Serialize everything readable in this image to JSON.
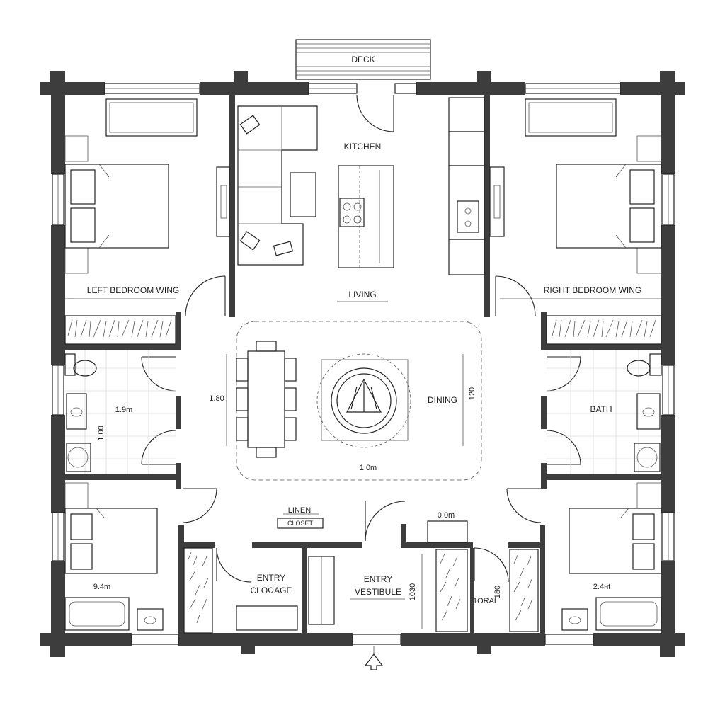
{
  "rooms": {
    "deck": "DECK",
    "kitchen": "KITCHEN",
    "living": "LIVING",
    "dining": "DINING",
    "left_wing": "LEFT BEDROOM WING",
    "right_wing": "RIGHT BEDROOM WING",
    "bath": "BATH",
    "linen_1": "LINEN",
    "linen_2": "CLOSET",
    "entry_storage_1": "ENTRY",
    "entry_storage_2": "CLOΩAGE",
    "vestibule_1": "ENTRY",
    "vestibule_2": "VESTIBULE",
    "storage_tag": "1ORAL"
  },
  "dimensions": {
    "dining_left": "1.80",
    "dining_right": "120",
    "dining_bottom": "1.0m",
    "bath_left_width": "1.9m",
    "bath_left_height": "1.00",
    "closet_width": "0.0m",
    "vestibule_height": "1030",
    "storage_height": "180",
    "bed_lower_left": "9.4m",
    "bed_lower_right": "2.4ʜt"
  },
  "colors": {
    "wall": "#3d3d3d",
    "line": "#222222",
    "tile": "#dadada",
    "background": "#ffffff"
  }
}
